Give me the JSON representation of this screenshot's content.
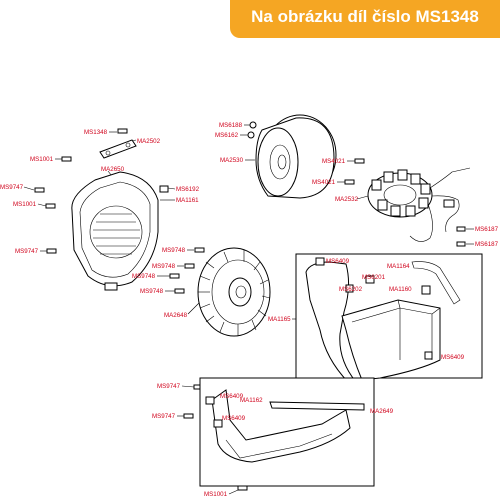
{
  "banner": {
    "text": "Na obrázku díl číslo MS1348",
    "color": "#f5a623"
  },
  "label_color": "#d0021b",
  "labels": [
    "MS1348",
    "MA2502",
    "MS1001",
    "MA2650",
    "MS9747",
    "MS6192",
    "MA1161",
    "MS1001",
    "MS9747",
    "MS6188",
    "MS6162",
    "MA2530",
    "MS4021",
    "MS4021",
    "MA2532",
    "MS6187",
    "MS6187",
    "MS9748",
    "MS9748",
    "MS9748",
    "MS9748",
    "MA2648",
    "MS6409",
    "MS6201",
    "MS6202",
    "MA1164",
    "MA1160",
    "MA1165",
    "MS6409",
    "MS9747",
    "MS6409",
    "MA1162",
    "MS9747",
    "MS6409",
    "MA2649",
    "MS1001"
  ]
}
